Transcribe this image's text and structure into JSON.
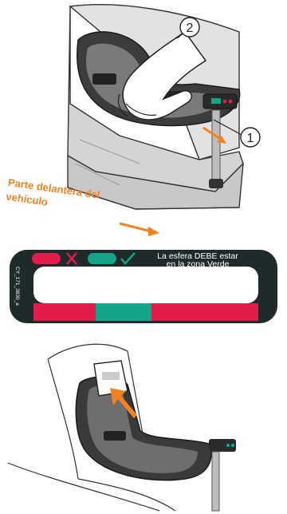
{
  "figure1": {
    "callout_1": "1",
    "callout_2": "2",
    "front_label_line1": "Parte delantera del",
    "front_label_line2": "vehículo",
    "colors": {
      "orange": "#f58220",
      "seat": "#d8d8d8",
      "base": "#3c3c3c"
    }
  },
  "indicator": {
    "text_line1": "La esfera DEBE estar",
    "text_line2": "en la zona Verde",
    "side_code": "CY_171_3830_a",
    "cross_icon": "x-mark-icon",
    "check_icon": "check-mark-icon",
    "colors": {
      "red": "#e21c4b",
      "green": "#13a68a",
      "frame": "#1f2b2a"
    }
  },
  "figure2": {
    "arrow_icon": "push-arrow-icon",
    "colors": {
      "orange": "#f58220"
    }
  }
}
